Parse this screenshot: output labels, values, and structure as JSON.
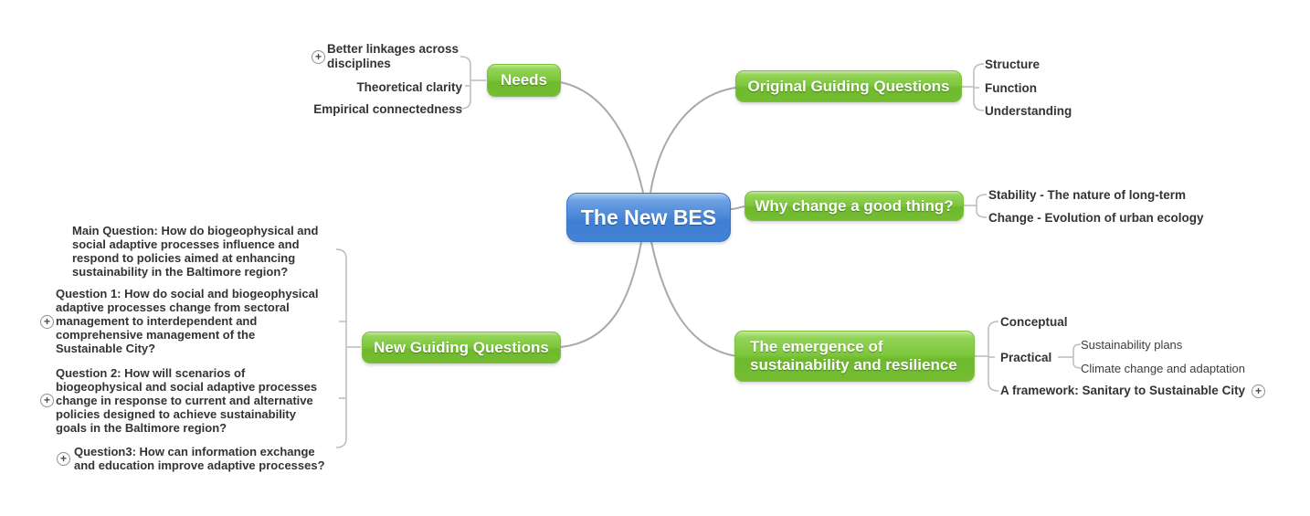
{
  "diagram": {
    "type": "mind-map",
    "center": {
      "label": "The New BES"
    },
    "branches": {
      "needs": {
        "label": "Needs",
        "items": {
          "better_linkages": [
            "Better linkages across",
            "disciplines"
          ],
          "theoretical_clarity": "Theoretical clarity",
          "empirical_connectedness": "Empirical connectedness"
        }
      },
      "original_guiding_questions": {
        "label": "Original Guiding Questions",
        "items": {
          "structure": "Structure",
          "function": "Function",
          "understanding": "Understanding"
        }
      },
      "why_change": {
        "label": "Why change a good thing?",
        "items": {
          "stability": "Stability - The nature of long-term",
          "change": "Change - Evolution of urban ecology"
        }
      },
      "new_guiding_questions": {
        "label": "New Guiding Questions",
        "items": {
          "main_question": [
            "Main Question: How do biogeophysical and",
            "social adaptive processes influence and",
            "respond to policies aimed at enhancing",
            "sustainability in the Baltimore region?"
          ],
          "question_1": [
            "Question 1: How do social and biogeophysical",
            "adaptive processes change from sectoral",
            "management to interdependent and",
            "comprehensive management of the",
            "Sustainable City?"
          ],
          "question_2": [
            "Question 2: How will scenarios of",
            "biogeophysical and social adaptive processes",
            "change in response to current and alternative",
            "policies designed to achieve sustainability",
            "goals in the Baltimore region?"
          ],
          "question_3": [
            "Question3: How can information exchange",
            "and education improve adaptive processes?"
          ]
        }
      },
      "emergence": {
        "label": [
          "The emergence of",
          "sustainability and resilience"
        ],
        "items": {
          "conceptual": "Conceptual",
          "practical": "Practical",
          "sustainability_plans": "Sustainability plans",
          "climate_change": "Climate change and adaptation",
          "framework": "A framework: Sanitary to Sustainable City"
        }
      }
    },
    "icons": {
      "expand": "+"
    },
    "colors": {
      "center_node_top": "#aacdf2",
      "center_node_bottom": "#3f7ed2",
      "branch_node_top": "#c3e89c",
      "branch_node_bottom": "#6eb92c",
      "connector": "#a9a9a9",
      "label_text": "#333333"
    }
  }
}
